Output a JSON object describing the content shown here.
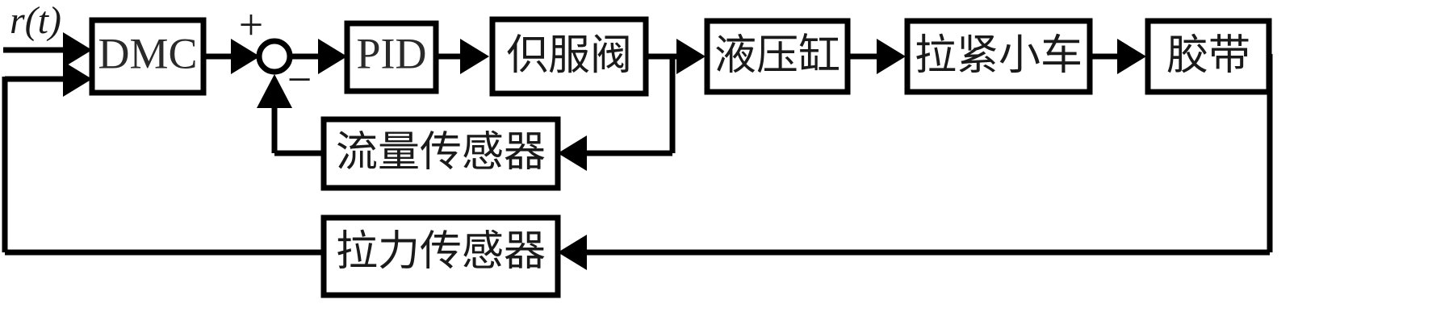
{
  "diagram": {
    "kind": "control-system-block-diagram",
    "title_visible": false,
    "signals": {
      "reference_input": "r(t)",
      "sum_plus": "+",
      "sum_minus": "−"
    },
    "blocks": [
      {
        "id": "dmc",
        "label": "DMC",
        "script": "latin"
      },
      {
        "id": "pid",
        "label": "PID",
        "script": "latin"
      },
      {
        "id": "servo-valve",
        "label": "伿服阀",
        "script": "cjk"
      },
      {
        "id": "hydraulic-cylinder",
        "label": "液压缸",
        "script": "cjk"
      },
      {
        "id": "tension-car",
        "label": "拉紧小车",
        "script": "cjk"
      },
      {
        "id": "belt",
        "label": "胶带",
        "script": "cjk"
      },
      {
        "id": "flow-sensor",
        "label": "流量传感器",
        "script": "cjk"
      },
      {
        "id": "tension-sensor",
        "label": "拉力传感器",
        "script": "cjk"
      }
    ],
    "colors": {
      "line": "#000000",
      "text": "#1a1a1a",
      "background": "#ffffff"
    }
  }
}
